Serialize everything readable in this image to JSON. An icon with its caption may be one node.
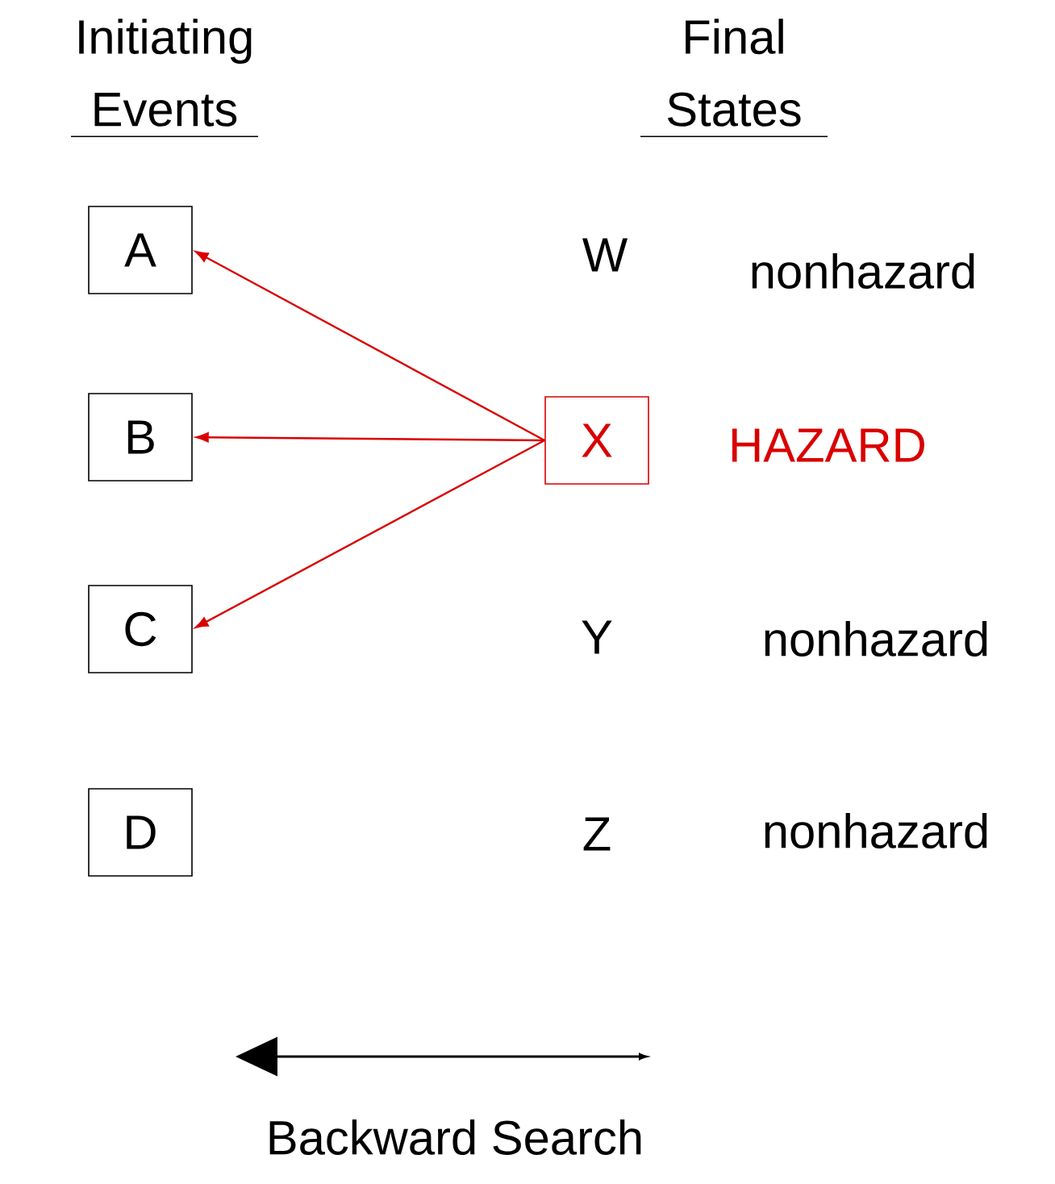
{
  "diagram": {
    "nodes": [
      {
        "text": [
          "A"
        ]
      },
      {
        "text": [
          "B"
        ]
      },
      {
        "text": [
          "C"
        ]
      },
      {
        "text": [
          "D"
        ]
      },
      {
        "text": [
          "X"
        ],
        "beside": [
          "HAZARD"
        ]
      }
    ],
    "edges": [
      {
        "from": 4,
        "to": 0,
        "arrow": "to"
      },
      {
        "from": 4,
        "to": 1,
        "arrow": "to"
      },
      {
        "from": 4,
        "to": 2,
        "arrow": "to"
      }
    ],
    "labels": [
      "Initiating Events",
      "Final States",
      "W",
      "nonhazard",
      "Y",
      "nonhazard",
      "Z",
      "nonhazard",
      "Backward Search"
    ]
  }
}
